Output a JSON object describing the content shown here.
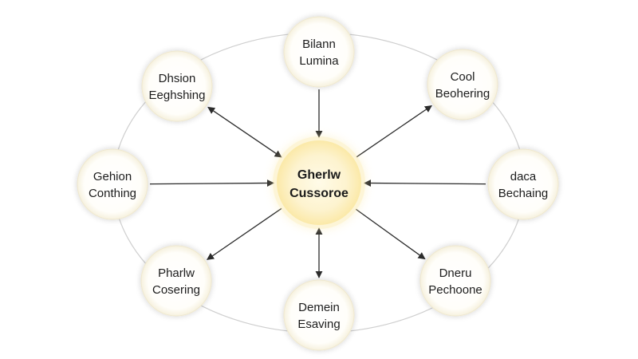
{
  "center": {
    "line1": "Gherlw",
    "line2": "Cussoroe"
  },
  "nodes": [
    {
      "id": "top",
      "line1": "Bilann",
      "line2": "Lumina"
    },
    {
      "id": "top-right",
      "line1": "Cool",
      "line2": "Beohering"
    },
    {
      "id": "right",
      "line1": "daca",
      "line2": "Bechaing"
    },
    {
      "id": "bottom-right",
      "line1": "Dneru",
      "line2": "Pechoone"
    },
    {
      "id": "bottom",
      "line1": "Demein",
      "line2": "Esaving"
    },
    {
      "id": "bottom-left",
      "line1": "Pharlw",
      "line2": "Cosering"
    },
    {
      "id": "left",
      "line1": "Gehion",
      "line2": "Conthing"
    },
    {
      "id": "top-left",
      "line1": "Dhsion",
      "line2": "Eeghshing"
    }
  ],
  "edges": [
    {
      "node": "top",
      "direction": "to-center"
    },
    {
      "node": "top-right",
      "direction": "to-node"
    },
    {
      "node": "right",
      "direction": "to-center"
    },
    {
      "node": "bottom-right",
      "direction": "to-node"
    },
    {
      "node": "bottom",
      "direction": "both"
    },
    {
      "node": "bottom-left",
      "direction": "to-node"
    },
    {
      "node": "left",
      "direction": "to-center"
    },
    {
      "node": "top-left",
      "direction": "both"
    }
  ],
  "colors": {
    "center_fill": "#fdf3cf",
    "center_glow": "#fbe9a8",
    "node_fill": "#fffefa",
    "node_glow": "#f4eed6",
    "ring": "#cfcfcf",
    "arrow": "#2b2b2b"
  }
}
